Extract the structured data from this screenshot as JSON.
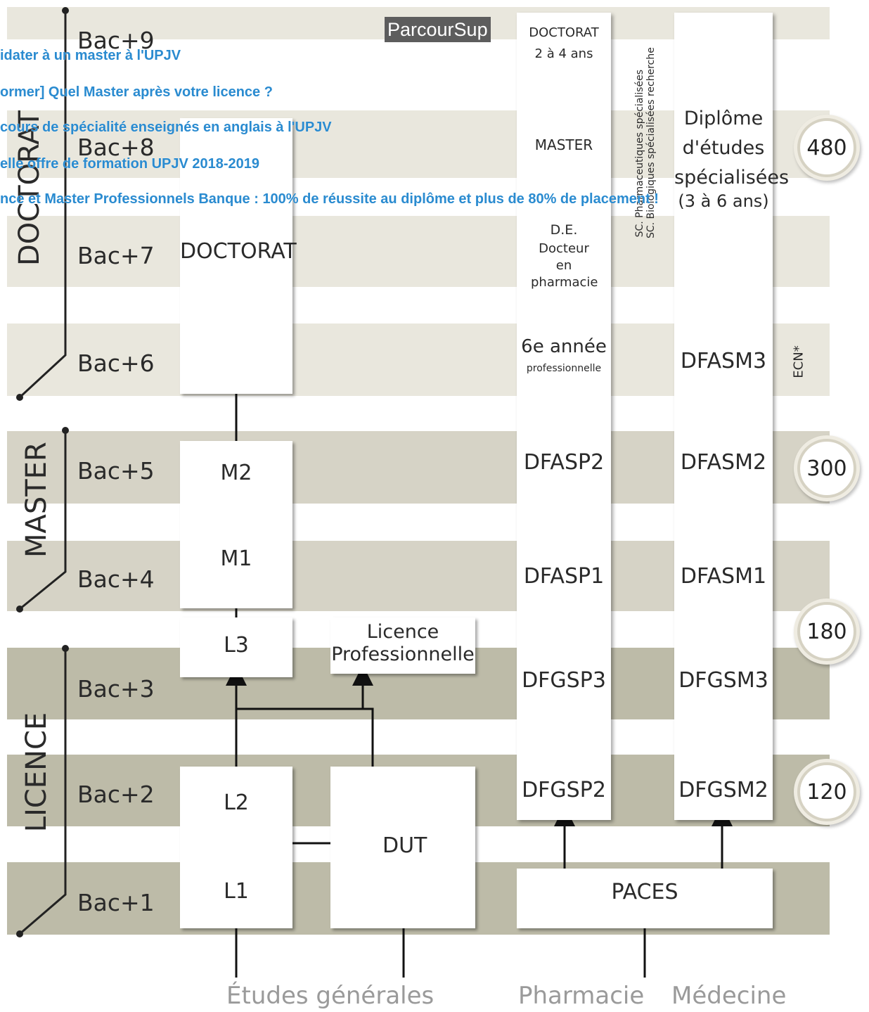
{
  "top_badge": "ParcourSup",
  "announcements": [
    "idater à un master à l'UPJV",
    "ormer] Quel Master après votre licence ?",
    "cours de spécialité enseignés en anglais à l'UPJV",
    "elle offre de formation UPJV 2018-2019",
    "nce et Master Professionnels Banque : 100% de réussite au diplôme et plus de 80% de placement !"
  ],
  "cycles": {
    "doctorat": "DOCTORAT",
    "master": "MASTER",
    "licence": "LICENCE"
  },
  "levels": [
    "Bac+9",
    "Bac+8",
    "Bac+7",
    "Bac+6",
    "Bac+5",
    "Bac+4",
    "Bac+3",
    "Bac+2",
    "Bac+1"
  ],
  "general": {
    "doctorat": "DOCTORAT",
    "m2": "M2",
    "m1": "M1",
    "l3": "L3",
    "licence_pro": "Licence Professionnelle",
    "l2": "L2",
    "l1": "L1",
    "dut": "DUT"
  },
  "pharmacie": {
    "doctorat": "DOCTORAT",
    "doctorat_duration": "2 à 4 ans",
    "master": "MASTER",
    "de": "D.E.",
    "de_sub": "Docteur en pharmacie",
    "sixth_year": "6e année",
    "sixth_year_sup": "e",
    "sixth_year_sub": "professionnelle",
    "dfasp2": "DFASP2",
    "dfasp1": "DFASP1",
    "dfgsp3": "DFGSP3",
    "dfgsp2": "DFGSP2"
  },
  "pharma_side": [
    "SC. Pharmaceutiques spécialisées",
    "SC. Biologiques spécialisées recherche"
  ],
  "medecine": {
    "des": "Diplôme d'études spécialisées",
    "des_duration": "(3 à 6 ans)",
    "dfasm3": "DFASM3",
    "dfasm2": "DFASM2",
    "dfasm1": "DFASM1",
    "dfgsm3": "DFGSM3",
    "dfgsm2": "DFGSM2"
  },
  "ecn": "ECN*",
  "paces": "PACES",
  "credits": [
    "480",
    "300",
    "180",
    "120"
  ],
  "origins": {
    "general": "Études générales",
    "pharmacie": "Pharmacie",
    "medecine": "Médecine"
  },
  "colors": {
    "band_light": "#e9e7dd",
    "band_dark": "#bdbba8",
    "link": "#2a8bd0",
    "badge_bg": "#5d5d5d"
  }
}
